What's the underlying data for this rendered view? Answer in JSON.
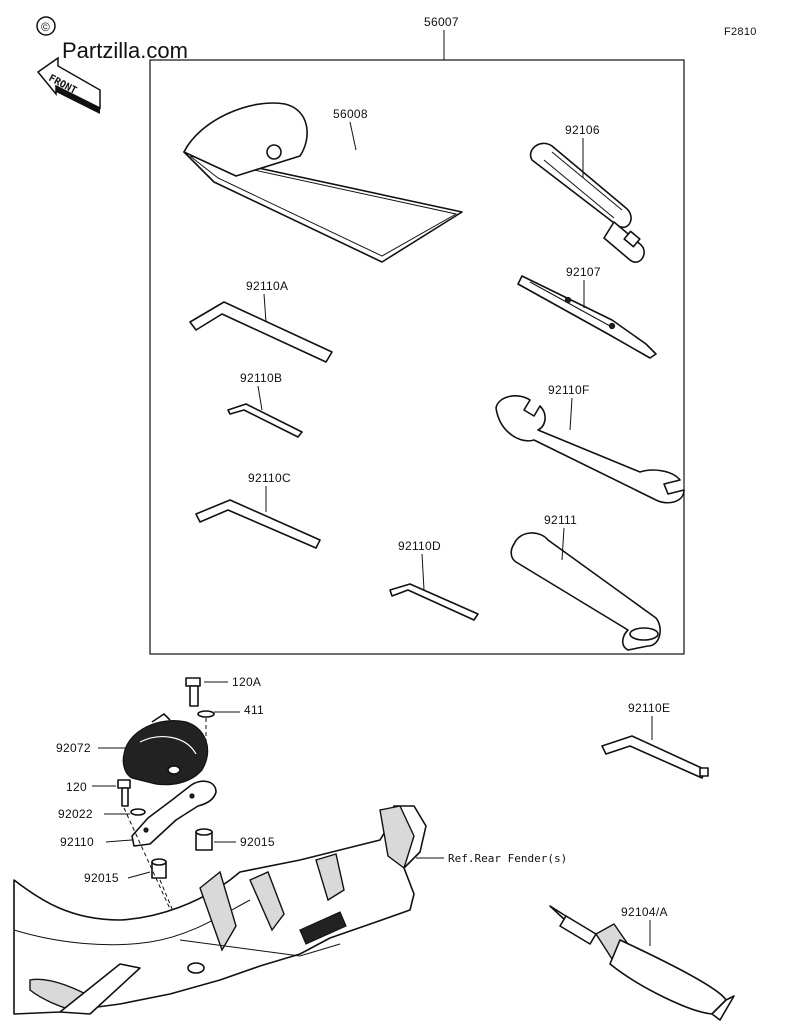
{
  "header": {
    "copyright_symbol": "©",
    "brand": "Partzilla.com",
    "figure_code": "F2810",
    "front_badge": "FRONT"
  },
  "kit": {
    "number": "56007",
    "parts": [
      {
        "key": "p56008",
        "number": "56008"
      },
      {
        "key": "p92106",
        "number": "92106"
      },
      {
        "key": "p92107",
        "number": "92107"
      },
      {
        "key": "p92110A",
        "number": "92110A"
      },
      {
        "key": "p92110B",
        "number": "92110B"
      },
      {
        "key": "p92110F",
        "number": "92110F"
      },
      {
        "key": "p92110C",
        "number": "92110C"
      },
      {
        "key": "p92111",
        "number": "92111"
      },
      {
        "key": "p92110D",
        "number": "92110D"
      }
    ]
  },
  "lower": {
    "p120A": "120A",
    "p411": "411",
    "p92072": "92072",
    "p120": "120",
    "p92022": "92022",
    "p92110": "92110",
    "p92015a": "92015",
    "p92015b": "92015",
    "p92110E": "92110E",
    "ref_label": "Ref.Rear Fender(s)",
    "p92104A": "92104/A"
  }
}
